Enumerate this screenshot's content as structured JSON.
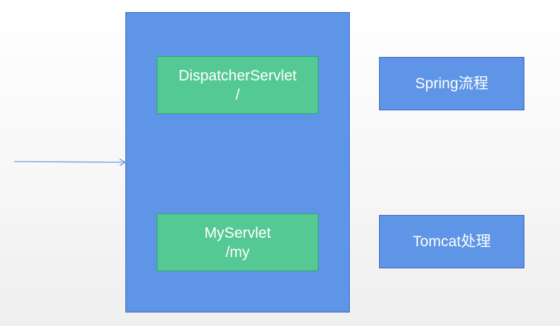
{
  "colors": {
    "container_fill": "#5e95e6",
    "servlet_fill": "#55c993",
    "side_fill": "#5e95e6",
    "arrow": "#6f9be0"
  },
  "servlets": {
    "dispatcher": {
      "line1": "DispatcherServlet",
      "line2": "/"
    },
    "my": {
      "line1": "MyServlet",
      "line2": "/my"
    }
  },
  "labels": {
    "spring": "Spring流程",
    "tomcat": "Tomcat处理"
  }
}
